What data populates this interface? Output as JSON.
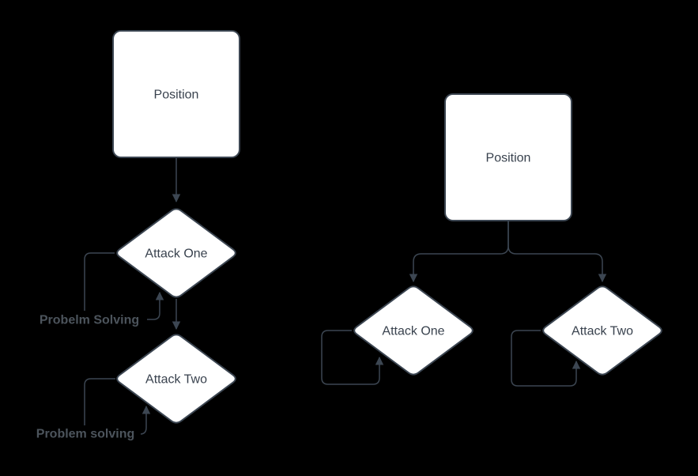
{
  "colors": {
    "background": "#000000",
    "connector": "#3c4652",
    "node_fill": "#ffffff",
    "node_text": "#39424e",
    "edge_label_text": "#4c545c"
  },
  "left_flowchart": {
    "position_node": "Position",
    "attack_one_node": "Attack One",
    "attack_two_node": "Attack Two",
    "attack_one_loop_label": "Probelm Solving",
    "attack_two_loop_label": "Problem solving"
  },
  "right_flowchart": {
    "position_node": "Position",
    "attack_one_node": "Attack One",
    "attack_two_node": "Attack Two"
  }
}
